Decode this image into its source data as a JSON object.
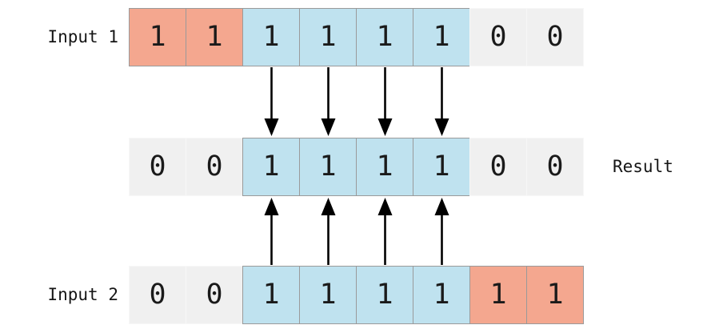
{
  "diagram": {
    "title": "bitwise-and-bit-rows",
    "bit_width": 8,
    "colors": {
      "on": "#bfe2ef",
      "off": "#f0f0f0",
      "dropped": "#f4a78f",
      "border": "#9a9a9a",
      "arrow": "#000000",
      "text": "#1a1a1a",
      "background": "#ffffff"
    },
    "rows": [
      {
        "id": "input1",
        "label": "Input 1",
        "label_side": "left",
        "bits": [
          "1",
          "1",
          "1",
          "1",
          "1",
          "1",
          "0",
          "0"
        ],
        "states": [
          "drop",
          "drop",
          "on",
          "on",
          "on",
          "on",
          "off",
          "off"
        ]
      },
      {
        "id": "result",
        "label": "Result",
        "label_side": "right",
        "bits": [
          "0",
          "0",
          "1",
          "1",
          "1",
          "1",
          "0",
          "0"
        ],
        "states": [
          "off",
          "off",
          "on",
          "on",
          "on",
          "on",
          "off",
          "off"
        ]
      },
      {
        "id": "input2",
        "label": "Input 2",
        "label_side": "left",
        "bits": [
          "0",
          "0",
          "1",
          "1",
          "1",
          "1",
          "1",
          "1"
        ],
        "states": [
          "off",
          "off",
          "on",
          "on",
          "on",
          "on",
          "drop",
          "drop"
        ]
      }
    ],
    "arrows": {
      "down_from_input1": {
        "direction": "down",
        "count": 4,
        "bit_indices": [
          2,
          3,
          4,
          5
        ]
      },
      "up_from_input2": {
        "direction": "up",
        "count": 4,
        "bit_indices": [
          2,
          3,
          4,
          5
        ]
      }
    }
  }
}
